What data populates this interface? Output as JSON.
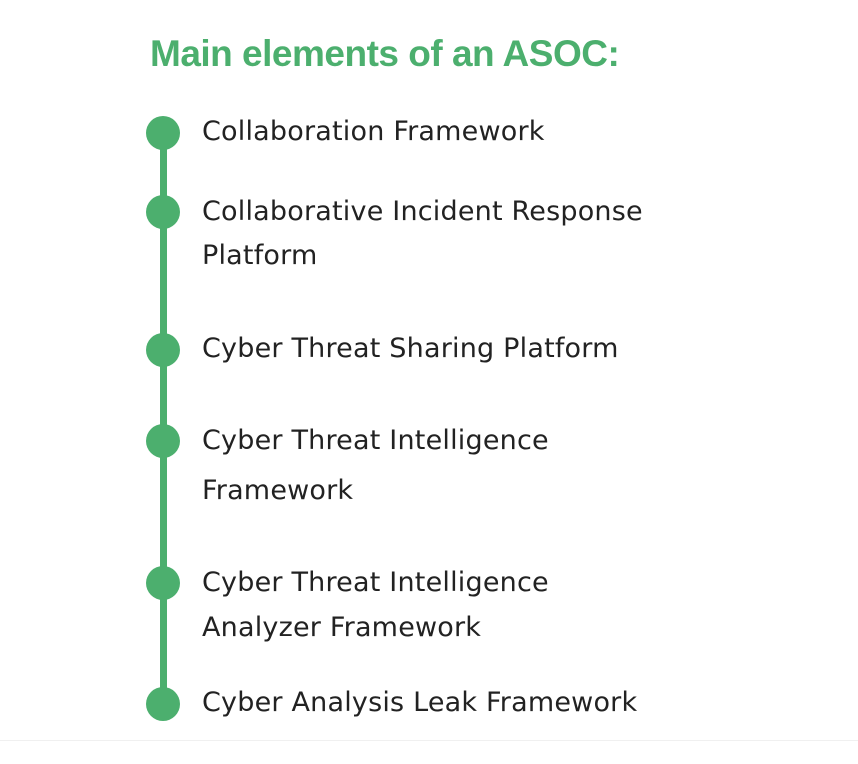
{
  "title": "Main elements of an ASOC:",
  "colors": {
    "accent": "#4caf6e",
    "text": "#222222",
    "background": "#ffffff"
  },
  "items": [
    {
      "label": "Collaboration Framework"
    },
    {
      "label": "Collaborative Incident Response Platform"
    },
    {
      "label": "Cyber Threat Sharing Platform"
    },
    {
      "label": "Cyber Threat Intelligence Framework"
    },
    {
      "label": "Cyber Threat Intelligence Analyzer Framework"
    },
    {
      "label": "Cyber Analysis Leak Framework"
    }
  ]
}
